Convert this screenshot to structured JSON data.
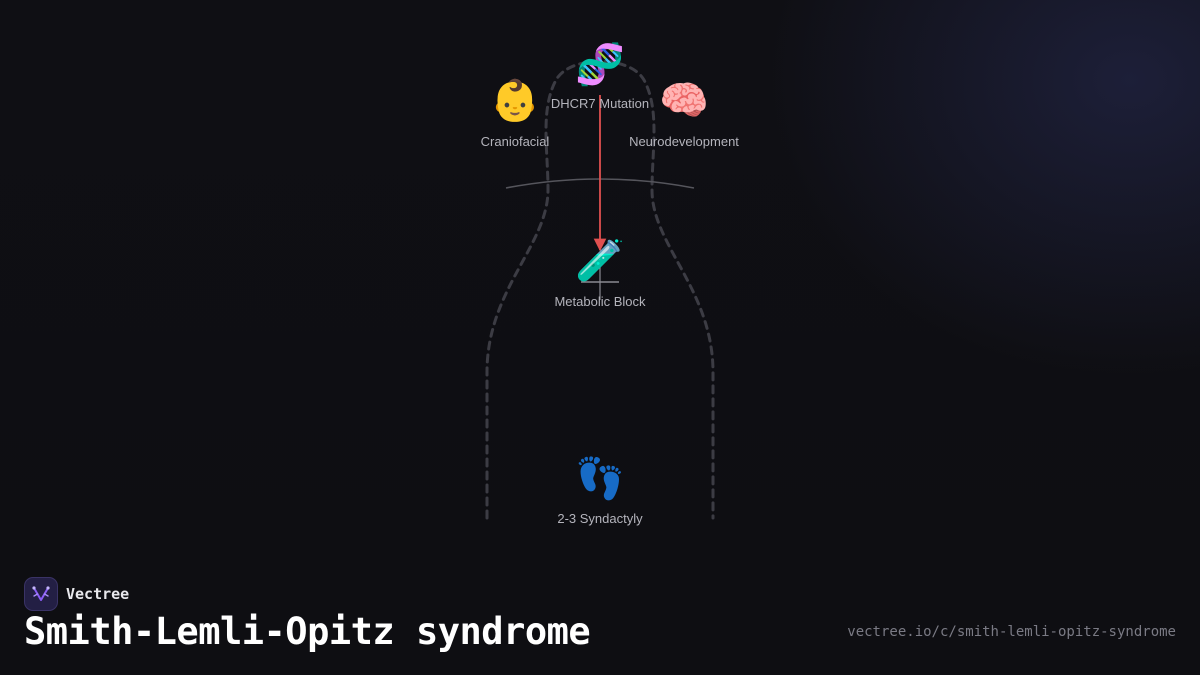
{
  "brand": {
    "name": "Vectree",
    "logo_color": "#8b5cf6"
  },
  "page": {
    "title": "Smith-Lemli-Opitz syndrome",
    "url": "vectree.io/c/smith-lemli-opitz-syndrome"
  },
  "diagram": {
    "accent_arrow_color": "#e05050",
    "nodes": [
      {
        "id": "dhcr7",
        "icon": "dna-icon",
        "emoji": "🧬",
        "label": "DHCR7 Mutation"
      },
      {
        "id": "craniofacial",
        "icon": "baby-face-icon",
        "emoji": "👶",
        "label": "Craniofacial"
      },
      {
        "id": "neuro",
        "icon": "brain-icon",
        "emoji": "🧠",
        "label": "Neurodevelopment"
      },
      {
        "id": "metabolic",
        "icon": "test-tube-icon",
        "emoji": "🧪",
        "label": "Metabolic Block"
      },
      {
        "id": "syndactyly",
        "icon": "footprints-icon",
        "emoji": "👣",
        "label": "2-3 Syndactyly"
      }
    ]
  }
}
